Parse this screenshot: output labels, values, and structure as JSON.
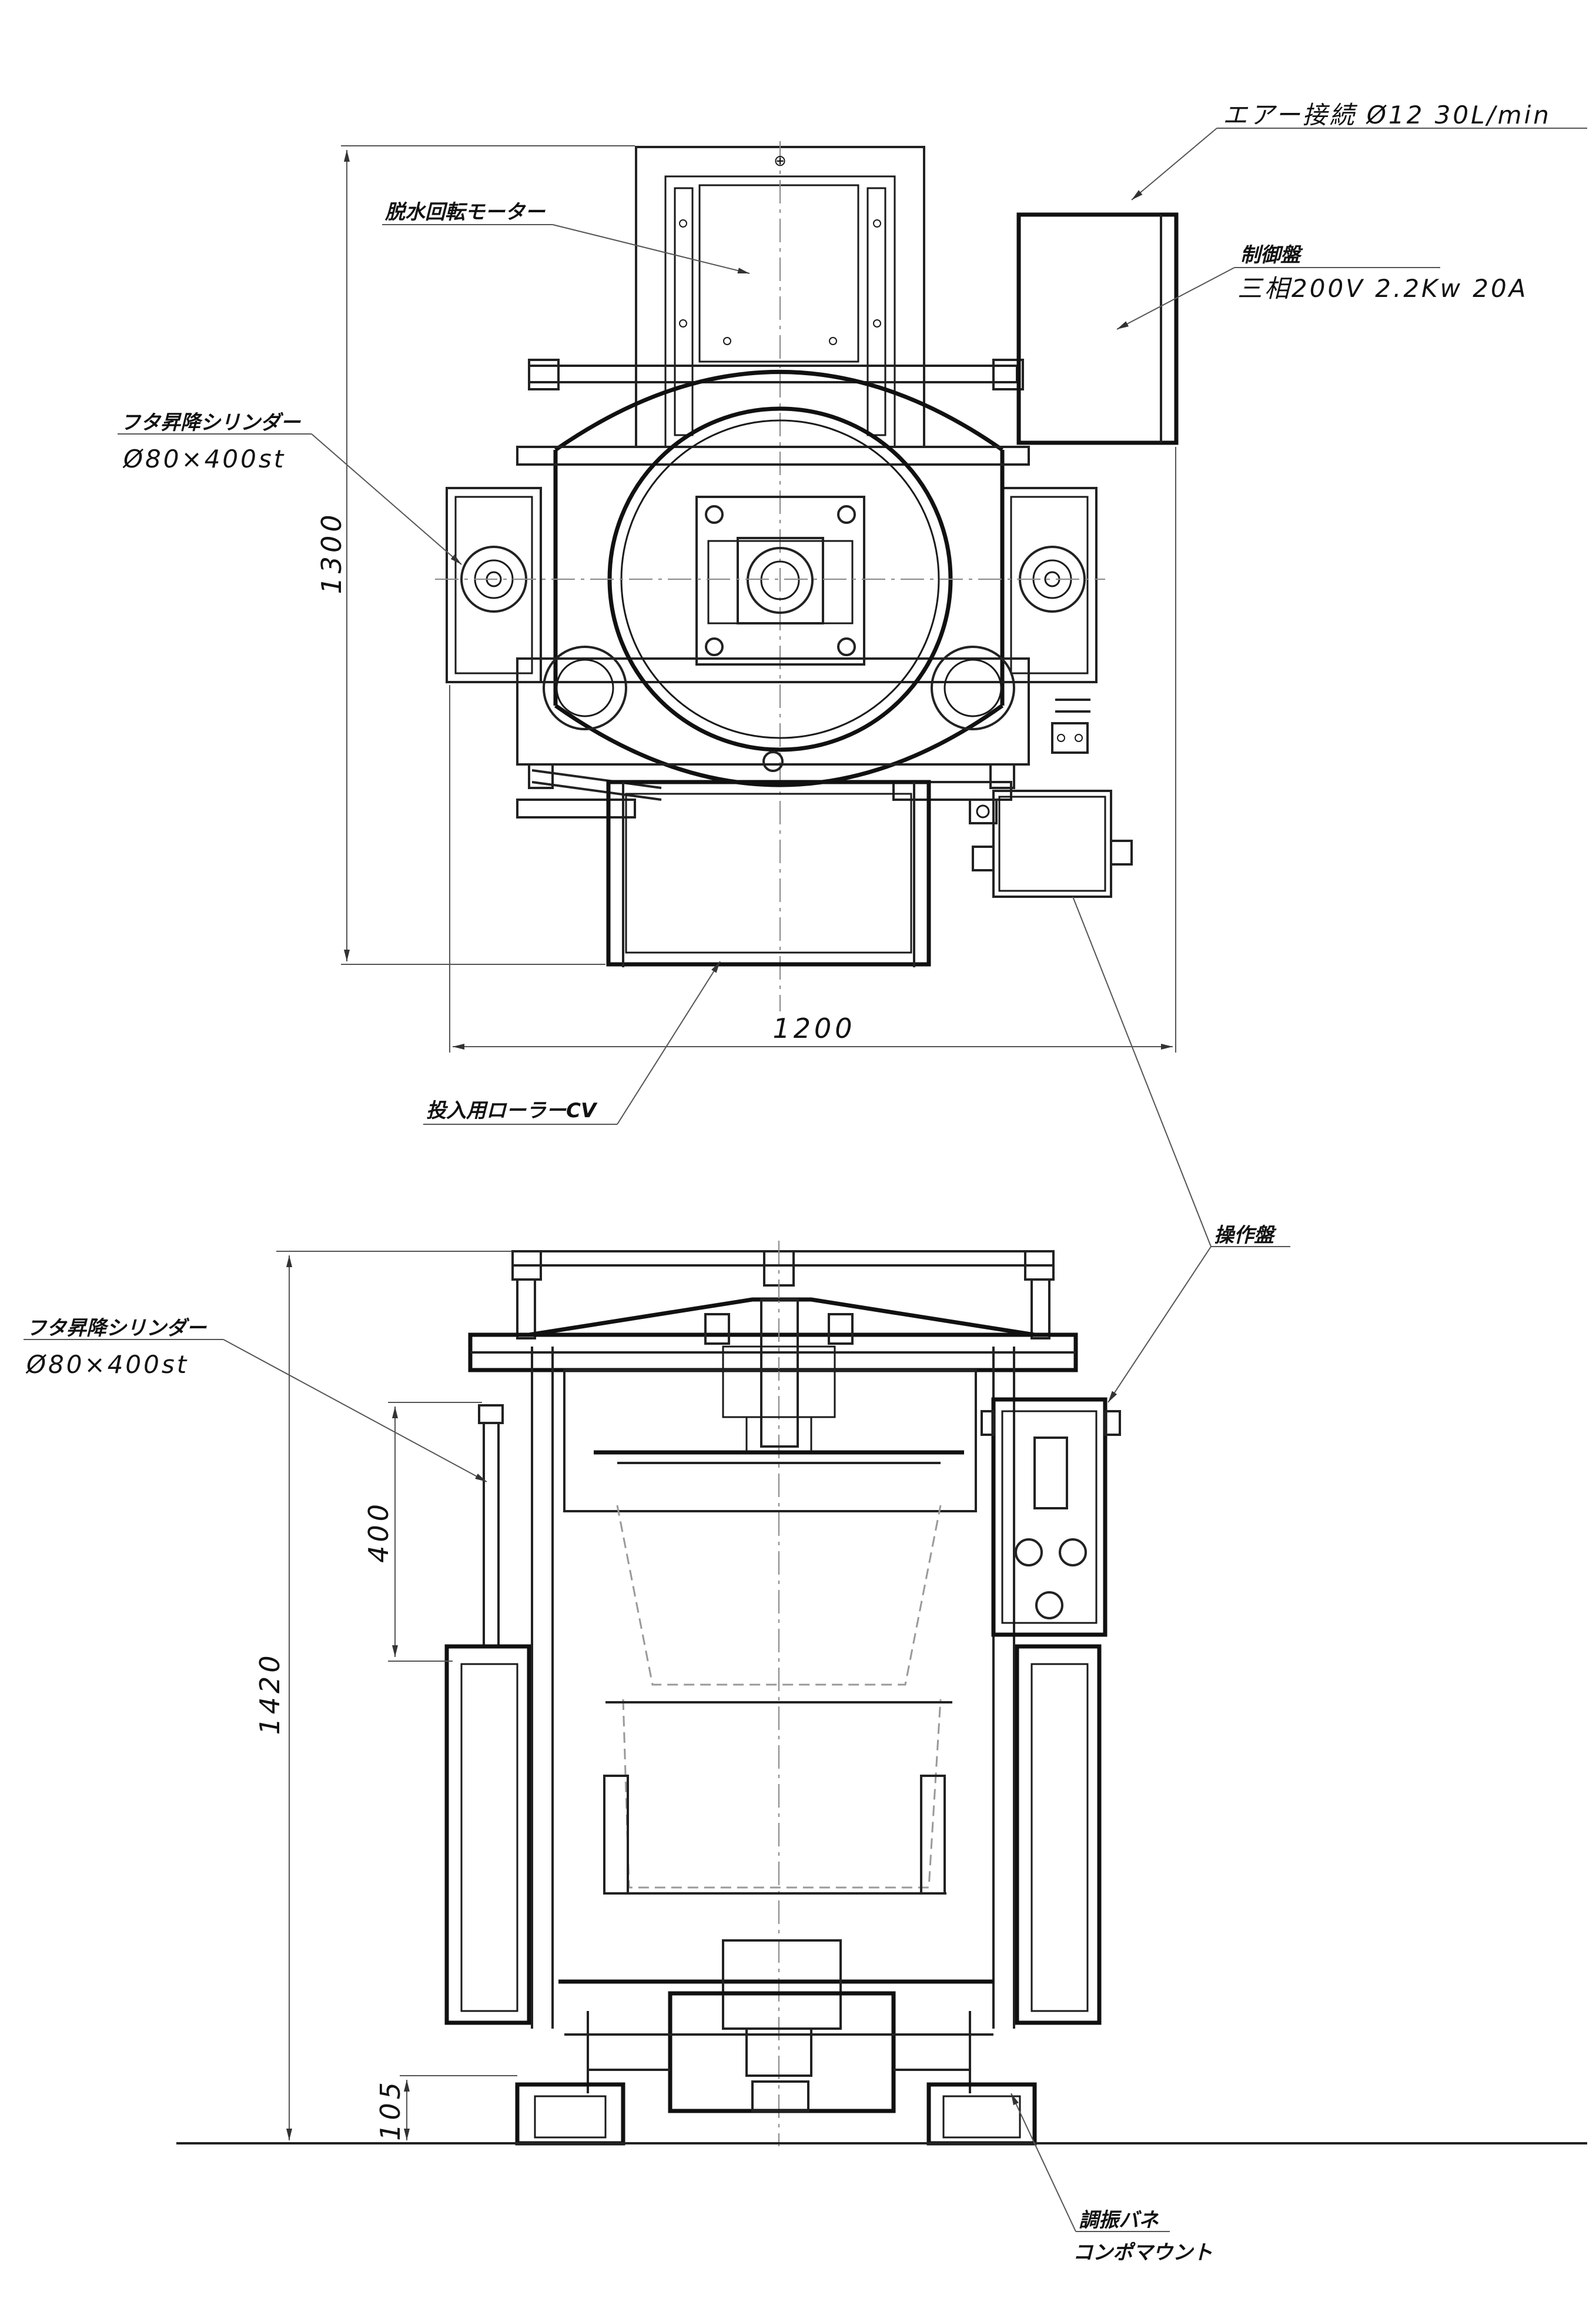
{
  "top_view": {
    "labels": {
      "air_connection": "エアー接続 Ø12 30L/min",
      "motor": "脱水回転モーター",
      "panel_title": "制御盤",
      "panel_spec": "三相200V 2.2Kw 20A",
      "cylinder_title": "フタ昇降シリンダー",
      "cylinder_spec": "Ø80×400st",
      "roller_cv": "投入用ローラーCV"
    },
    "dimensions": {
      "depth": "1300",
      "width": "1200"
    }
  },
  "front_view": {
    "labels": {
      "operation_panel": "操作盤",
      "cylinder_title": "フタ昇降シリンダー",
      "cylinder_spec": "Ø80×400st",
      "mount_title": "調振バネ",
      "mount_subtitle": "コンポマウント"
    },
    "dimensions": {
      "height": "1420",
      "stroke": "400",
      "foot": "105"
    }
  }
}
